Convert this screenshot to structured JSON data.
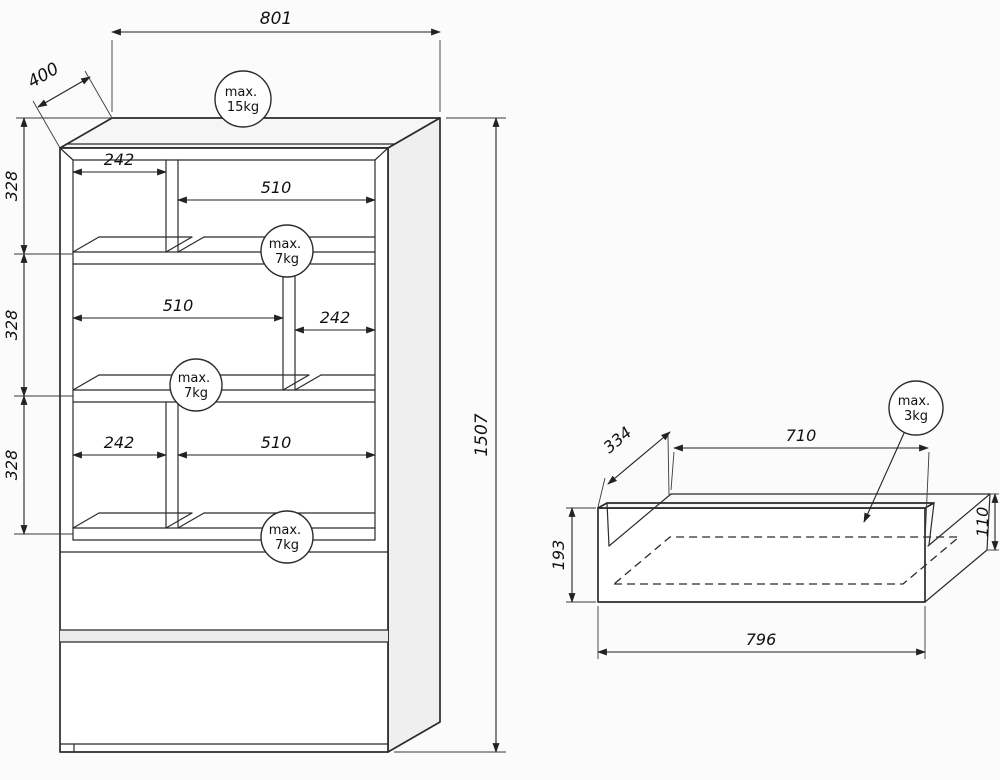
{
  "cabinet": {
    "overall": {
      "width": "801",
      "depth": "400",
      "height": "1507"
    },
    "left_heights": [
      "328",
      "328",
      "328"
    ],
    "rows": [
      {
        "left": "242",
        "right": "510"
      },
      {
        "left": "510",
        "right": "242"
      },
      {
        "left": "242",
        "right": "510"
      }
    ],
    "badges": [
      {
        "l1": "max.",
        "l2": "15kg"
      },
      {
        "l1": "max.",
        "l2": "7kg"
      },
      {
        "l1": "max.",
        "l2": "7kg"
      },
      {
        "l1": "max.",
        "l2": "7kg"
      }
    ]
  },
  "drawer": {
    "dims": {
      "depth": "334",
      "inner_width": "710",
      "front_height": "193",
      "outer_width": "796",
      "side_height": "110"
    },
    "badge": {
      "l1": "max.",
      "l2": "3kg"
    }
  }
}
